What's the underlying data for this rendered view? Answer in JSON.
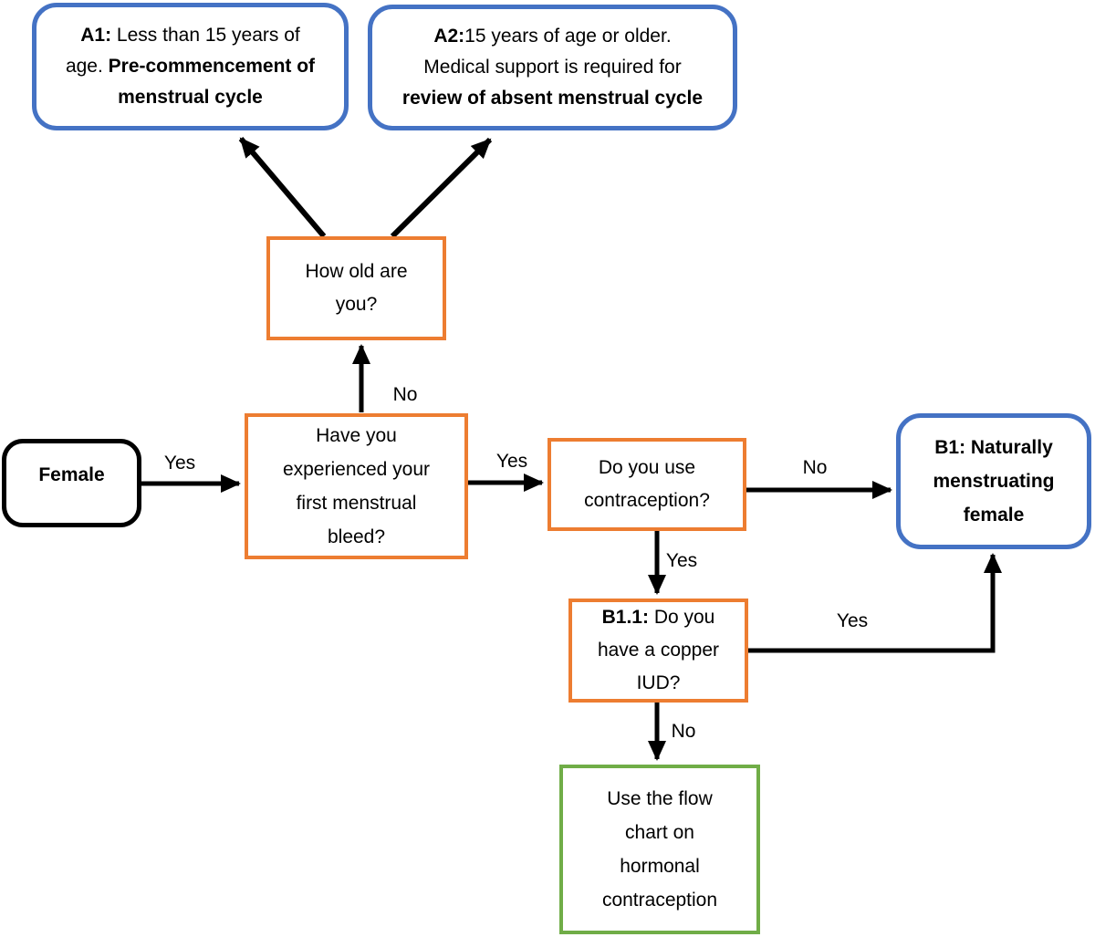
{
  "nodes": {
    "a1": {
      "parts": [
        {
          "text": "A1:",
          "bold": true
        },
        {
          "text": " Less than 15 years of\nage. ",
          "bold": false
        },
        {
          "text": "Pre-commencement of\nmenstrual cycle",
          "bold": true
        }
      ]
    },
    "a2": {
      "parts": [
        {
          "text": "A2:",
          "bold": true
        },
        {
          "text": "15 years of age or older.\nMedical support is required for\n",
          "bold": false
        },
        {
          "text": "review of absent menstrual cycle",
          "bold": true
        }
      ]
    },
    "how_old": {
      "parts": [
        {
          "text": "How old are\nyou?",
          "bold": false
        }
      ]
    },
    "first_bleed": {
      "parts": [
        {
          "text": "Have you\nexperienced your\nfirst menstrual\nbleed?",
          "bold": false
        }
      ]
    },
    "female": {
      "parts": [
        {
          "text": "Female",
          "bold": true
        }
      ]
    },
    "contraception": {
      "parts": [
        {
          "text": "Do you use\ncontraception?",
          "bold": false
        }
      ]
    },
    "b1": {
      "parts": [
        {
          "text": "B1: Naturally\nmenstruating\nfemale",
          "bold": true
        }
      ]
    },
    "b11": {
      "parts": [
        {
          "text": "B1.1:",
          "bold": true
        },
        {
          "text": " Do you\nhave a copper\nIUD?",
          "bold": false
        }
      ]
    },
    "hormonal": {
      "parts": [
        {
          "text": "Use the flow\nchart on\nhormonal\ncontraception",
          "bold": false
        }
      ]
    }
  },
  "edge_labels": {
    "female_to_bleed": "Yes",
    "bleed_to_age": "No",
    "bleed_to_contraception": "Yes",
    "contraception_to_b1": "No",
    "contraception_to_b11": "Yes",
    "b11_to_b1": "Yes",
    "b11_to_hormonal": "No"
  },
  "colors": {
    "accent_blue": "#4472C4",
    "accent_orange": "#ED7D31",
    "accent_green": "#70AD47",
    "line_black": "#000000"
  }
}
